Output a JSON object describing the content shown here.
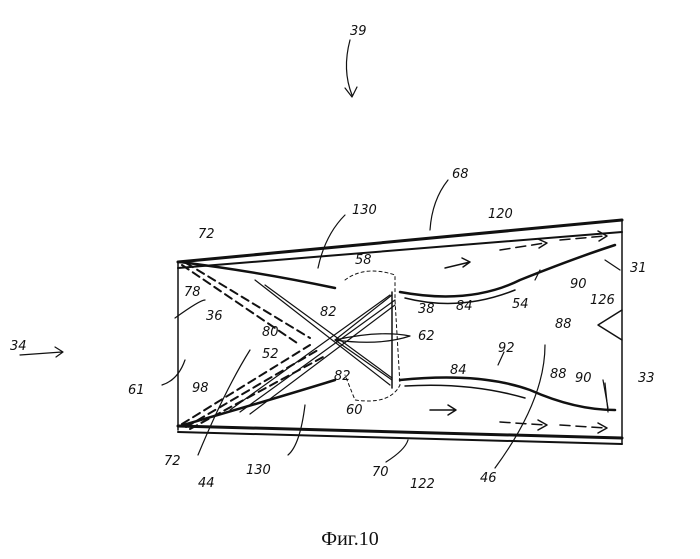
{
  "caption": "Фиг.10",
  "labels": {
    "l39": "39",
    "l68": "68",
    "l130a": "130",
    "l120": "120",
    "l72a": "72",
    "l78": "78",
    "l58": "58",
    "l31": "31",
    "l36": "36",
    "l82a": "82",
    "l38": "38",
    "l84a": "84",
    "l54": "54",
    "l90a": "90",
    "l126": "126",
    "l88a": "88",
    "l80": "80",
    "l62": "62",
    "l34": "34",
    "l52": "52",
    "l92": "92",
    "l84b": "84",
    "l88b": "88",
    "l90b": "90",
    "l33": "33",
    "l61": "61",
    "l98": "98",
    "l82b": "82",
    "l60": "60",
    "l72b": "72",
    "l44": "44",
    "l130b": "130",
    "l70": "70",
    "l122": "122",
    "l46": "46"
  }
}
